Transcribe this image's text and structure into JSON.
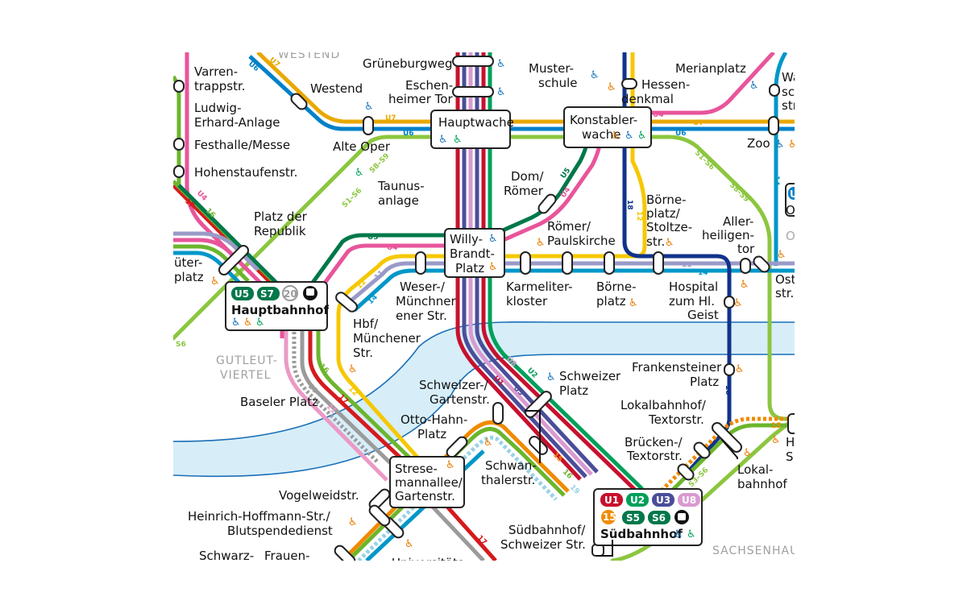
{
  "districts": {
    "westend": "WESTEND",
    "gutleut_1": "GUTLEUT-",
    "gutleut_2": "VIERTEL",
    "sachsenhausen": "SACHSENHAU"
  },
  "stations": {
    "grueneburgweg": "Grüneburgweg",
    "eschenheimer_1": "Eschen-",
    "eschenheimer_2": "heimer Tor",
    "musterschule_1": "Muster-",
    "musterschule_2": "schule",
    "hessendenkmal_1": "Hessen-",
    "hessendenkmal_2": "denkmal",
    "merianplatz": "Merianplatz",
    "varrentrapp_1": "Varren-",
    "varrentrapp_2": "trappstr.",
    "ludwig_1": "Ludwig-",
    "ludwig_2": "Erhard-Anlage",
    "westend": "Westend",
    "festhalle": "Festhalle/Messe",
    "alteoper": "Alte Oper",
    "hauptwache": "Hauptwache",
    "konstabler_1": "Konstabler-",
    "konstabler_2": "wache",
    "zoo": "Zoo",
    "hohenstaufen": "Hohenstaufenstr.",
    "taunus_1": "Taunus-",
    "taunus_2": "anlage",
    "domroemer_1": "Dom/",
    "domroemer_2": "Römer",
    "boerne_st_1": "Börne-",
    "boerne_st_2": "platz/",
    "boerne_st_3": "Stoltze-",
    "boerne_st_4": "str.",
    "platzrep_1": "Platz der",
    "platzrep_2": "Republik",
    "willy_1": "Willy-",
    "willy_2": "Brandt-",
    "willy_3": "Platz",
    "roemer_pk_1": "Römer/",
    "roemer_pk_2": "Paulskirche",
    "aller_1": "Aller-",
    "aller_2": "heiligen-",
    "aller_3": "tor",
    "gueterplatz_1": "üter-",
    "gueterplatz_2": "platz",
    "hauptbahnhof": "Hauptbahnhof",
    "weser_1": "Weser-/",
    "weser_2": "Münchner",
    "weser_3": "ener Str.",
    "karmeliter_1": "Karmeliter-",
    "karmeliter_2": "kloster",
    "boerneplatz_1": "Börne-",
    "boerneplatz_2": "platz",
    "hospital_1": "Hospital",
    "hospital_2": "zum Hl.",
    "hospital_3": "Geist",
    "ost_1": "Ost",
    "ost_2": "str.",
    "hbf_mue_1": "Hbf/",
    "hbf_mue_2": "Münchener",
    "hbf_mue_3": "Str.",
    "frankenstein_1": "Frankensteiner",
    "frankenstein_2": "Platz",
    "schweizerplatz_1": "Schweizer",
    "schweizerplatz_2": "Platz",
    "schweizer_gart_1": "Schweizer-/",
    "schweizer_gart_2": "Gartenstr.",
    "baseler": "Baseler Platz",
    "lokaltextor_1": "Lokalbahnhof/",
    "lokaltextor_2": "Textorstr.",
    "ottohahn_1": "Otto-Hahn-",
    "ottohahn_2": "Platz",
    "brueckentext_1": "Brücken-/",
    "brueckentext_2": "Textorstr.",
    "stresemann_1": "Strese-",
    "stresemann_2": "mannallee/",
    "stresemann_3": "Gartenstr.",
    "schwanthaler_1": "Schwan-",
    "schwanthaler_2": "thalerstr.",
    "lokalbahnhof_1": "Lokal-",
    "lokalbahnhof_2": "bahnhof",
    "vogelweid": "Vogelweidstr.",
    "heinrich_1": "Heinrich-Hoffmann-Str./",
    "heinrich_2": "Blutspendedienst",
    "suedbf_sch_1": "Südbahnhof/",
    "suedbf_sch_2": "Schweizer Str.",
    "suedbahnhof": "Südbahnhof",
    "schwarz": "Schwarz-",
    "frauen": "Frauen-",
    "univ": "Universitäts",
    "wa_1": "Wa",
    "wa_2": "sc",
    "wa_3": "str",
    "h_1": "H",
    "h_2": "S",
    "o_1": "O",
    "o_2": "O"
  },
  "badges": {
    "hbf": [
      "U5",
      "S7",
      "20"
    ],
    "sued_row1": [
      "U1",
      "U2",
      "U3",
      "U8"
    ],
    "sued_row2": [
      "15",
      "S5",
      "S6"
    ],
    "u_partial": "U"
  },
  "line_labels": {
    "u6_a": "U6",
    "u7_a": "U7",
    "u7_b": "U7",
    "u6_b": "U6",
    "u4_a": "U4",
    "u7_c": "U7",
    "u6_c": "U6",
    "s89_a": "S8–S9",
    "s16_a": "S1–S6",
    "u5_a": "U5",
    "u4_b": "U4",
    "s16_b": "S1–S6",
    "s89_b": "S8–S9",
    "t18_a": "18",
    "t12_a": "12",
    "t14_a": "14",
    "u4_c": "U4",
    "t17_a": "17",
    "t16_a": "16",
    "u5_b": "U5",
    "u4_d": "U4",
    "t11_a": "11",
    "t14_b": "14",
    "t12_b": "12",
    "t11_b": "11",
    "t14_c": "14",
    "s6_a": "S6",
    "t16_b": "16",
    "t20_a": "20",
    "t17_b": "17",
    "t12_c": "12",
    "t21_a": "21",
    "u8_a": "U8",
    "u1_a": "U1",
    "u3_a": "U3",
    "u2_a": "U2",
    "t18_b": "18",
    "t15_a": "15",
    "t15_b": "15",
    "t16_c": "16",
    "t19_a": "19",
    "s36_a": "S3–S6",
    "t17_c": "17"
  },
  "colors": {
    "U1": "#c8102e",
    "U2": "#00a05a",
    "U3": "#4b4d9a",
    "U4": "#e8559b",
    "U5": "#00784a",
    "U6": "#0081c8",
    "U7": "#e9a800",
    "U8": "#d99ad0",
    "S": "#8cc63f",
    "T11": "#9a9ac8",
    "T12": "#f5c800",
    "T14": "#0097c8",
    "T15": "#f08a00",
    "T16": "#6cb52d",
    "T17": "#d51a1d",
    "T18": "#10338a",
    "T19": "#99d2e5",
    "T20": "#9b9b9b",
    "T21": "#eb9ac5",
    "river": "#d7eef8",
    "river_edge": "#1a6fb7",
    "access": "#1a75bb",
    "access_orange": "#e97b00"
  },
  "icons": {
    "accessible": "wheelchair-icon",
    "tram_symbol": "train-icon"
  }
}
